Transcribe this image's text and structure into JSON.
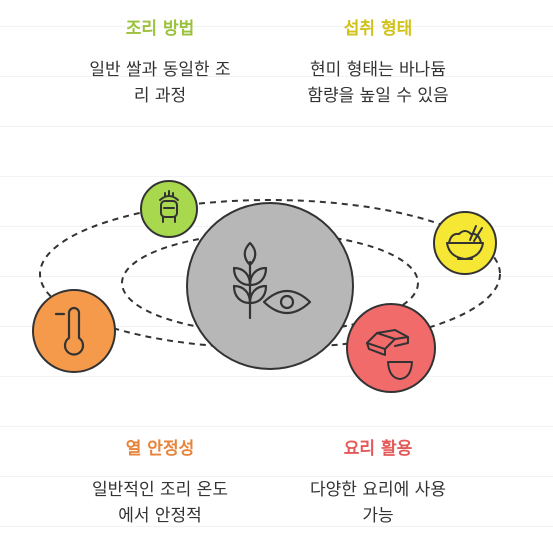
{
  "sections": {
    "cooking_method": {
      "title": "조리 방법",
      "desc": [
        "일반 쌀과 동일한 조",
        "리 과정"
      ],
      "color": "#9bc23c"
    },
    "intake_form": {
      "title": "섭취 형태",
      "desc": [
        "현미 형태는 바나듐",
        "함량을 높일 수 있음"
      ],
      "color": "#d1c21a"
    },
    "heat_stability": {
      "title": "열 안정성",
      "desc": [
        "일반적인 조리 온도",
        "에서 안정적"
      ],
      "color": "#e8833a"
    },
    "cooking_use": {
      "title": "요리 활용",
      "desc": [
        "다양한 요리에 사용",
        "가능"
      ],
      "color": "#e45a5a"
    }
  },
  "nodes": {
    "center": {
      "icon": "rice-plant-eye-icon",
      "fill": "#b7b7b7"
    },
    "rice_cooker": {
      "icon": "rice-cooker-icon",
      "fill": "#a8d84e"
    },
    "rice_bowl": {
      "icon": "rice-bowl-chopsticks-icon",
      "fill": "#f5e733"
    },
    "thermometer": {
      "icon": "thermometer-icon",
      "fill": "#f59a4a"
    },
    "dishes": {
      "icon": "dishes-icon",
      "fill": "#f26b6b"
    }
  }
}
